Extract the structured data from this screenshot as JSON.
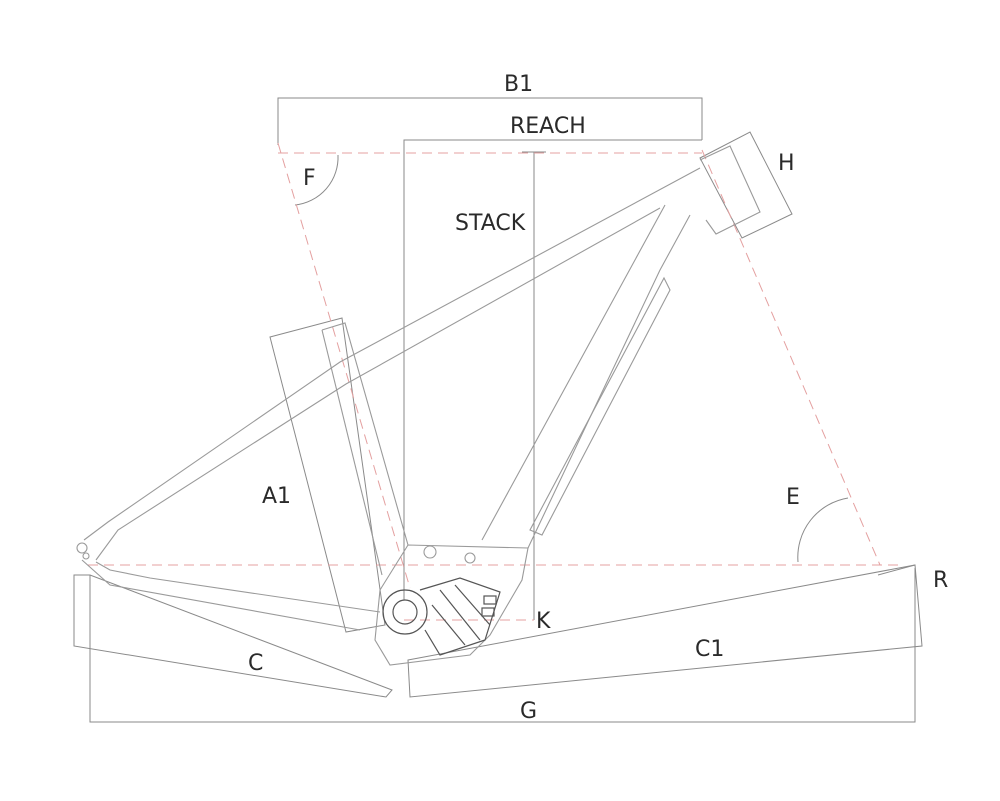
{
  "labels": {
    "b1": "B1",
    "reach": "REACH",
    "h": "H",
    "f": "F",
    "stack": "STACK",
    "a1": "A1",
    "e": "E",
    "r": "R",
    "k": "K",
    "c": "C",
    "c1": "C1",
    "g": "G"
  }
}
